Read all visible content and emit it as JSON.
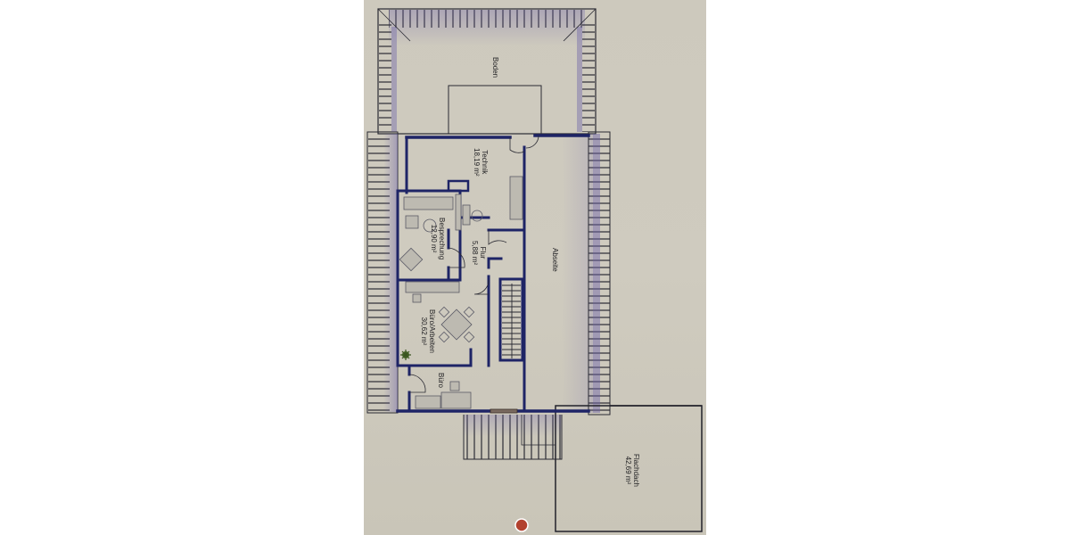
{
  "floorplan": {
    "colors": {
      "paper": "#cdc9bd",
      "wall": "#1e2466",
      "roof_line": "#2a2a33",
      "roof_shade": "#6a5fa8",
      "furniture": "#b9b6ad",
      "window_sill": "#7a6a60",
      "marker": "#b2412e"
    },
    "rooms": [
      {
        "id": "boden",
        "name": "Boden",
        "area": ""
      },
      {
        "id": "technik",
        "name": "Technik",
        "area": "18,19 m²"
      },
      {
        "id": "besprechung",
        "name": "Besprechung",
        "area": "12,90 m²"
      },
      {
        "id": "flur",
        "name": "Flur",
        "area": "5,88 m²"
      },
      {
        "id": "buero-arbeiten",
        "name": "Büro/Arbeiten",
        "area": "30,62 m²"
      },
      {
        "id": "buero",
        "name": "Büro",
        "area": ""
      },
      {
        "id": "abseite",
        "name": "Abseite",
        "area": ""
      },
      {
        "id": "flachdach",
        "name": "Flachdach",
        "area": "42,69 m²"
      }
    ]
  }
}
